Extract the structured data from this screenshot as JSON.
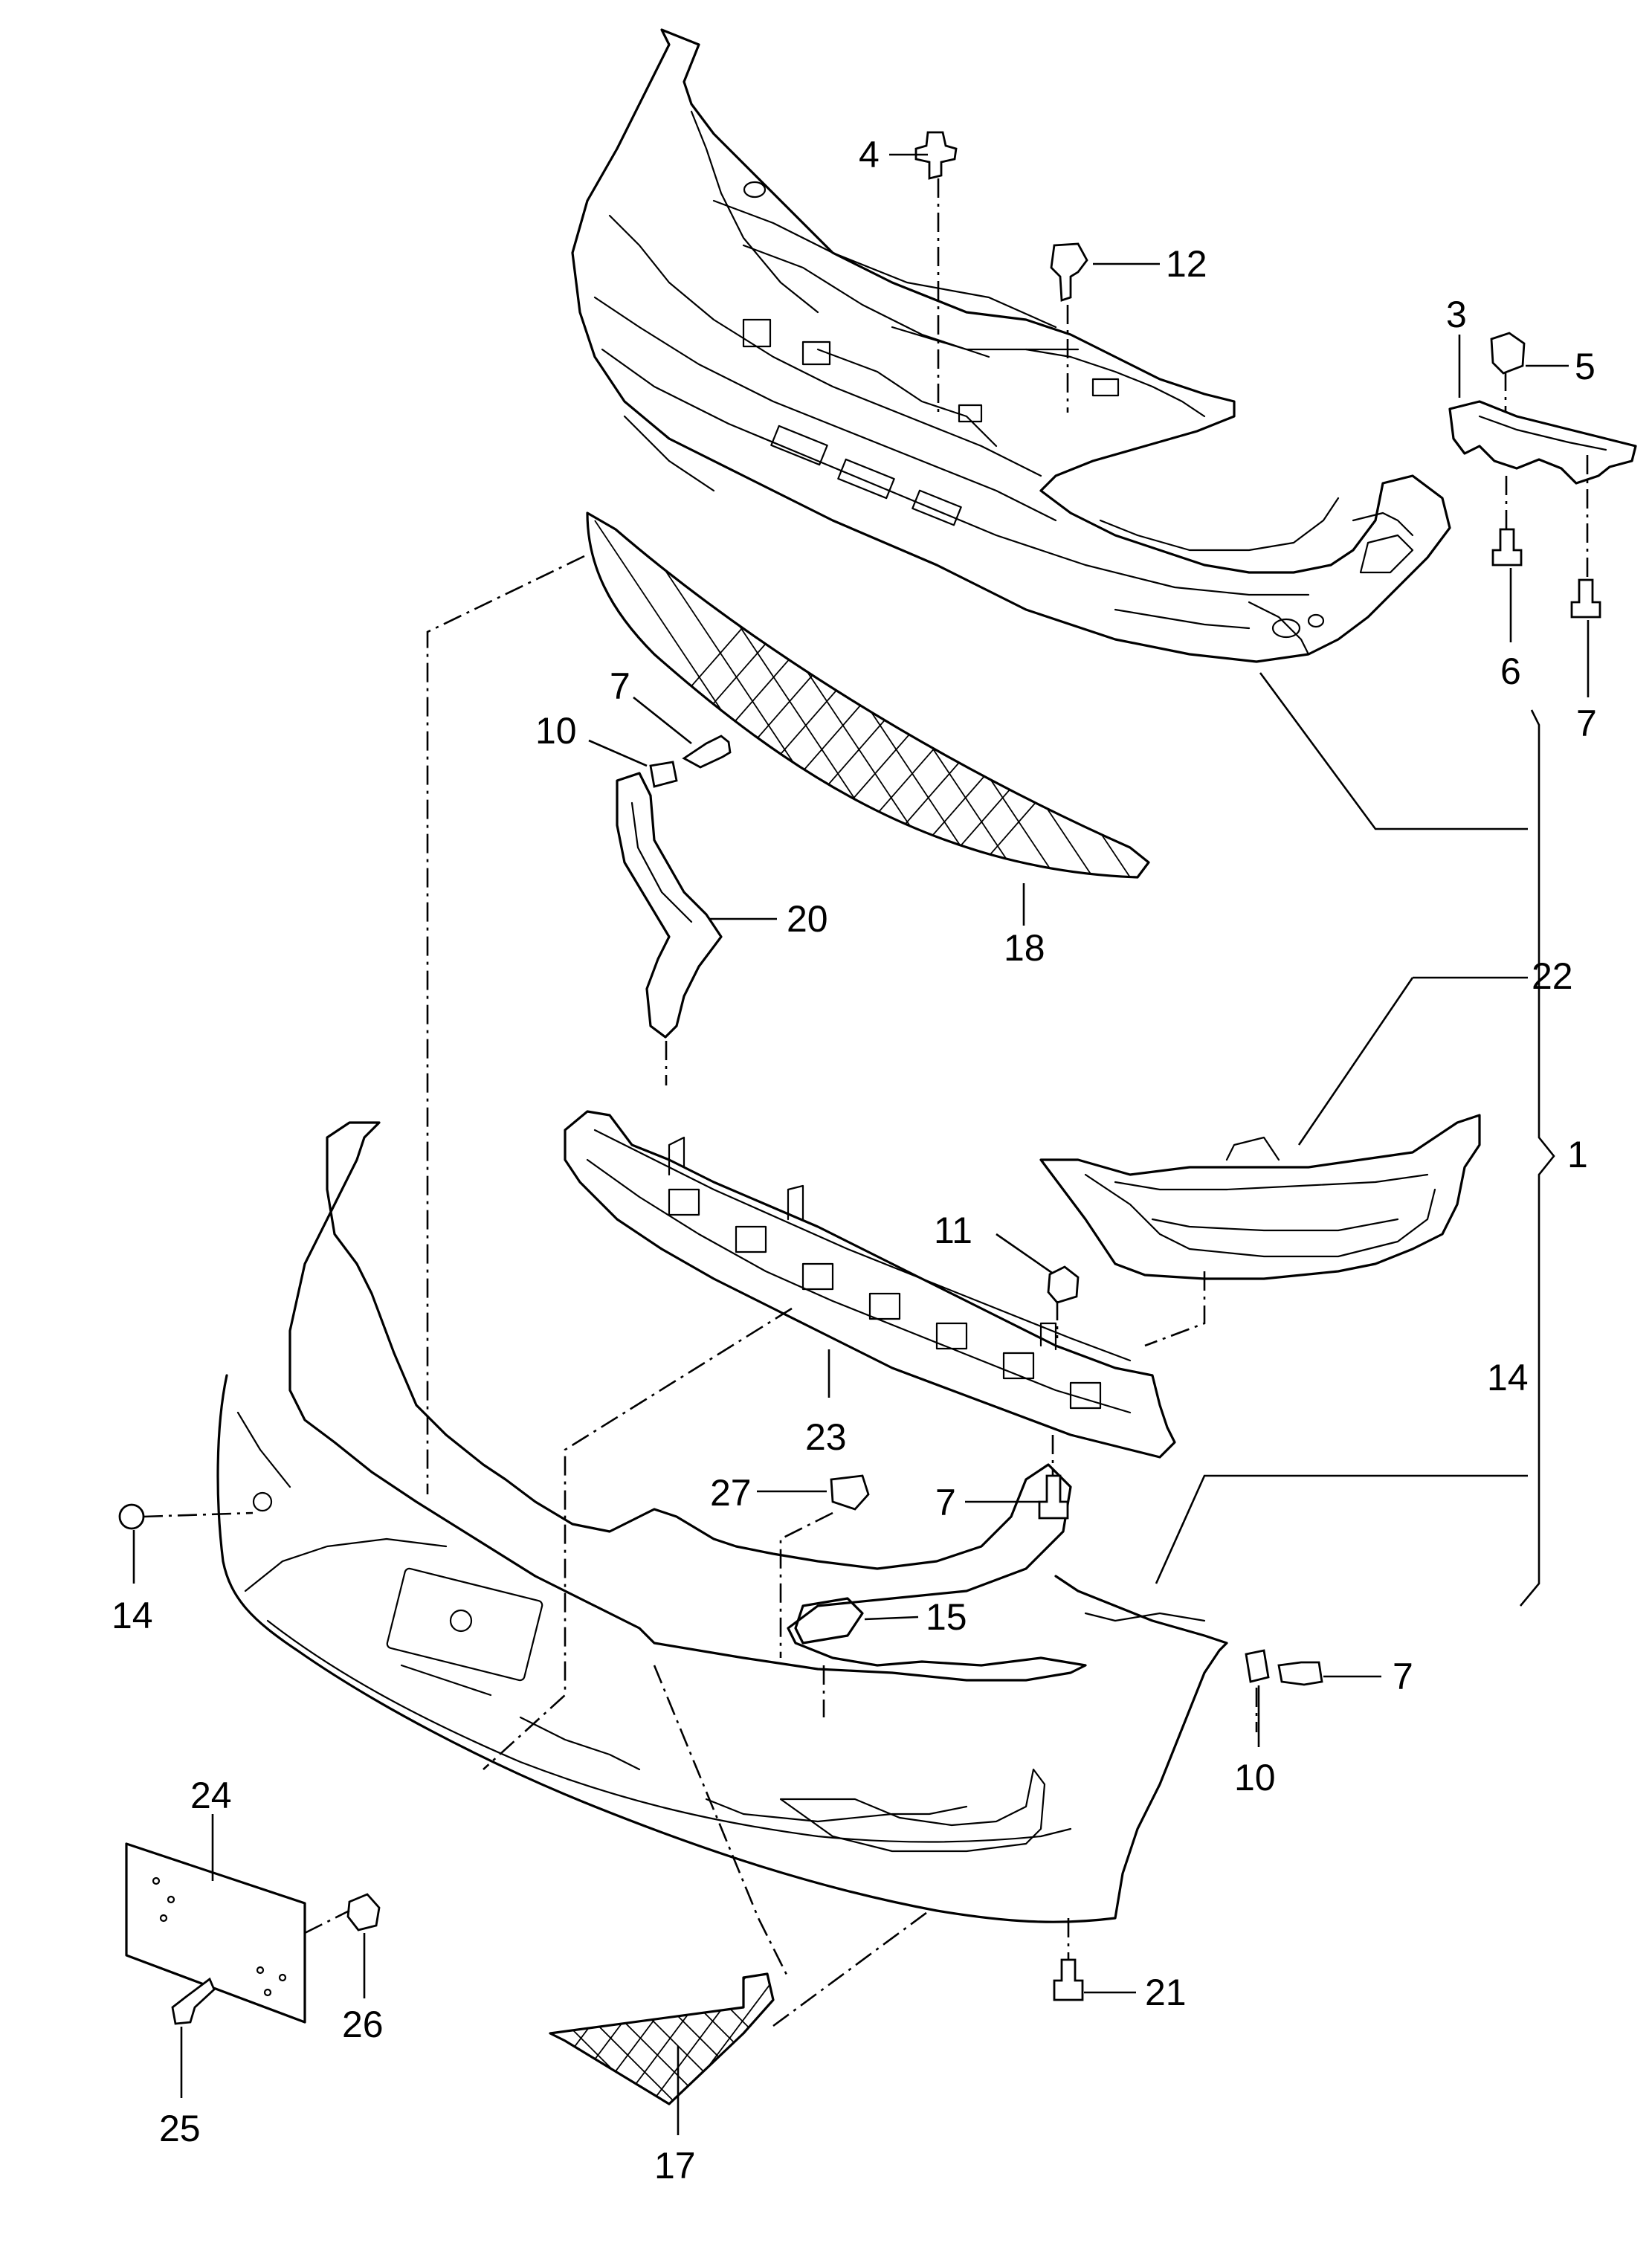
{
  "callouts": {
    "c1": "1",
    "c3": "3",
    "c4": "4",
    "c5": "5",
    "c6": "6",
    "c7a": "7",
    "c7b": "7",
    "c7c": "7",
    "c7d": "7",
    "c10a": "10",
    "c10b": "10",
    "c11": "11",
    "c12": "12",
    "c14a": "14",
    "c14b": "14",
    "c15": "15",
    "c17": "17",
    "c18": "18",
    "c20": "20",
    "c21": "21",
    "c22": "22",
    "c23": "23",
    "c24": "24",
    "c25": "25",
    "c26": "26",
    "c27": "27"
  }
}
